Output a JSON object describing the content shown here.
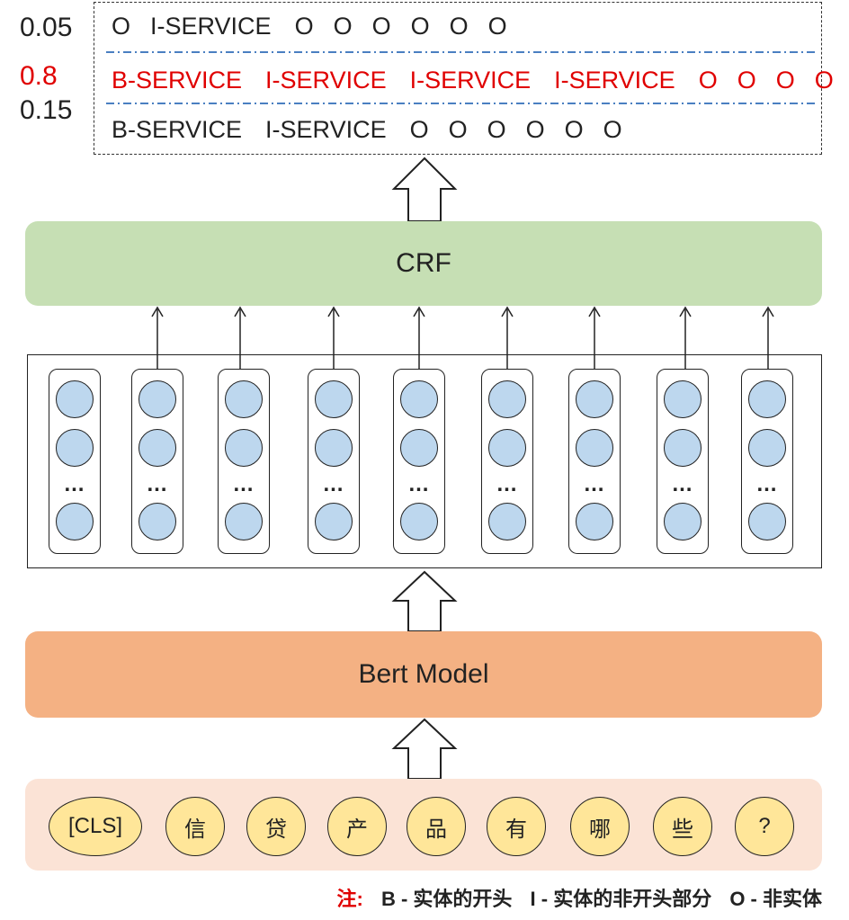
{
  "output": {
    "rows": [
      {
        "score": "0.05",
        "color": "#222222",
        "labels": [
          "O",
          "I-SERVICE",
          "O",
          "O",
          "O",
          "O",
          "O",
          "O"
        ]
      },
      {
        "score": "0.8",
        "color": "#e00000",
        "labels": [
          "B-SERVICE",
          "I-SERVICE",
          "I-SERVICE",
          "I-SERVICE",
          "O",
          "O",
          "O",
          "O"
        ]
      },
      {
        "score": "0.15",
        "color": "#222222",
        "labels": [
          "B-SERVICE",
          "I-SERVICE",
          "O",
          "O",
          "O",
          "O",
          "O",
          "O"
        ]
      }
    ]
  },
  "crf": {
    "label": "CRF",
    "color": "#c6dfb4"
  },
  "hidden": {
    "columns": 9,
    "ellipsis": "…",
    "neuron_color": "#bdd7ee"
  },
  "bert": {
    "label": "Bert Model",
    "color": "#f4b183"
  },
  "input": {
    "tokens": [
      "[CLS]",
      "信",
      "贷",
      "产",
      "品",
      "有",
      "哪",
      "些",
      "?"
    ],
    "token_color": "#ffe699",
    "panel_color": "#fbe3d6"
  },
  "footnote": {
    "lead": "注:",
    "items": [
      "B - 实体的开头",
      "I - 实体的非开头部分",
      "O - 非实体"
    ]
  }
}
